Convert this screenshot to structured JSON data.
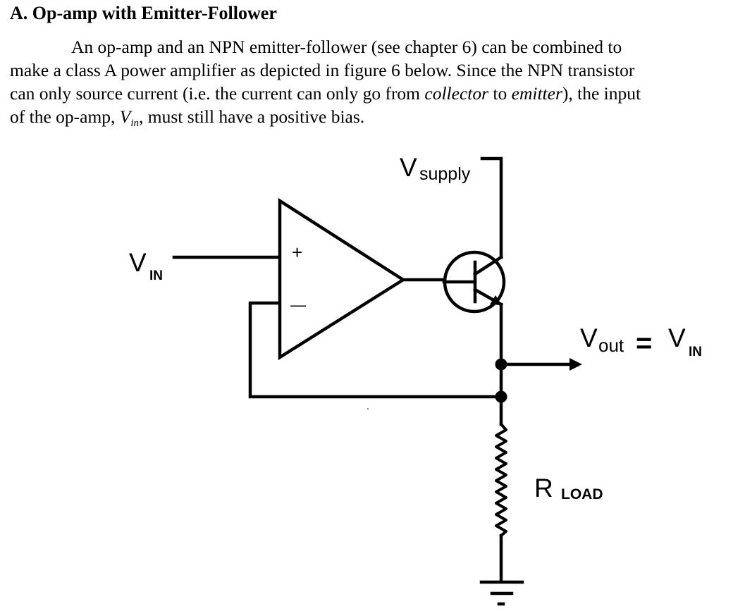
{
  "heading": "A. Op-amp with Emitter-Follower",
  "paragraph": {
    "line1": "An op-amp and an NPN emitter-follower (see chapter 6) can be combined to",
    "line2": "make a class A power amplifier as depicted in figure 6 below. Since the NPN transistor",
    "line3_a": "can only source current (i.e. the current can only go from ",
    "line3_collector": "collector",
    "line3_b": " to ",
    "line3_emitter": "emitter",
    "line3_c": "), the input",
    "line4_a": "of the op-amp, ",
    "line4_v": "V",
    "line4_sub": "in",
    "line4_b": ", must still have a positive bias."
  },
  "circuit": {
    "supply_main": "V",
    "supply_sub": "supply",
    "vin_main": "V",
    "vin_sub": "IN",
    "plus_sign": "+",
    "minus_sign": "—",
    "vout_main": "V",
    "vout_sub": "out",
    "vout_eq": "=",
    "vout_rhs_main": "V",
    "vout_rhs_sub": "IN",
    "rload_main": "R",
    "rload_sub": "LOAD"
  },
  "colors": {
    "ink": "#000000",
    "background": "#ffffff"
  }
}
